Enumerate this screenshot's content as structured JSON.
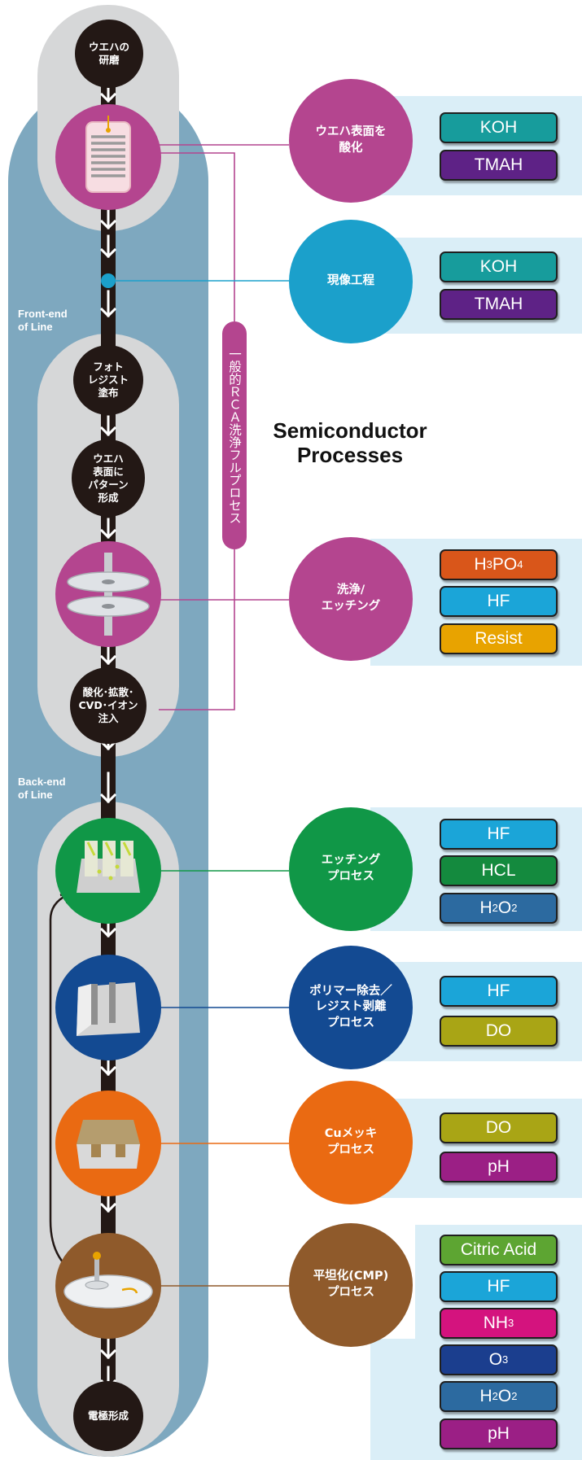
{
  "title": "Semiconductor\nProcesses",
  "rca_label": "一般的ＲＣＡ洗浄フルプロセス",
  "line_labels": {
    "front": "Front-end\nof Line",
    "back": "Back-end\nof Line"
  },
  "steps": {
    "polish": "ウエハの\n研磨",
    "photoresist": "フォト\nレジスト\n塗布",
    "pattern": "ウエハ\n表面に\nパターン\n形成",
    "oxidation": "酸化･拡散･\nCVD･イオン\n注入",
    "electrode": "電極形成"
  },
  "processes": [
    {
      "label": "ウエハ表面を\n酸化",
      "color": "#b4458f",
      "chips": [
        {
          "text": "KOH",
          "color": "#179c9c"
        },
        {
          "text": "TMAH",
          "color": "#5e2286"
        }
      ]
    },
    {
      "label": "現像工程",
      "color": "#1ba0cb",
      "chips": [
        {
          "text": "KOH",
          "color": "#179c9c"
        },
        {
          "text": "TMAH",
          "color": "#5e2286"
        }
      ]
    },
    {
      "label": "洗浄/\nエッチング",
      "color": "#b4458f",
      "chips": [
        {
          "text": "H3PO4",
          "color": "#d9561a"
        },
        {
          "text": "HF",
          "color": "#1ba5d8"
        },
        {
          "text": "Resist",
          "color": "#e8a300"
        }
      ]
    },
    {
      "label": "エッチング\nプロセス",
      "color": "#109747",
      "chips": [
        {
          "text": "HF",
          "color": "#1ba5d8"
        },
        {
          "text": "HCL",
          "color": "#148a3e"
        },
        {
          "text": "H2O2",
          "color": "#2c6aa0"
        }
      ]
    },
    {
      "label": "ポリマー除去／\nレジスト剥離\nプロセス",
      "color": "#134a92",
      "chips": [
        {
          "text": "HF",
          "color": "#1ba5d8"
        },
        {
          "text": "DO",
          "color": "#a9a515"
        }
      ]
    },
    {
      "label": "Cuメッキ\nプロセス",
      "color": "#ea6a12",
      "chips": [
        {
          "text": "DO",
          "color": "#a9a515"
        },
        {
          "text": "pH",
          "color": "#9b1f85"
        }
      ]
    },
    {
      "label": "平坦化(CMP)\nプロセス",
      "color": "#8f5a2b",
      "chips": [
        {
          "text": "Citric Acid",
          "color": "#5da532"
        },
        {
          "text": "HF",
          "color": "#1ba5d8"
        },
        {
          "text": "NH3",
          "color": "#d4137e"
        },
        {
          "text": "O3",
          "color": "#1b3e8e"
        },
        {
          "text": "H2O2",
          "color": "#2c6aa0"
        },
        {
          "text": "pH",
          "color": "#9b1f85"
        }
      ]
    }
  ],
  "icons": [
    {
      "name": "wafer-stack-icon",
      "color": "#b4458f"
    },
    {
      "name": "spin-disc-icon",
      "color": "#b4458f"
    },
    {
      "name": "etched-trench-icon",
      "color": "#109747"
    },
    {
      "name": "polymer-trench-icon",
      "color": "#134a92"
    },
    {
      "name": "cu-plating-icon",
      "color": "#ea6a12"
    },
    {
      "name": "cmp-pad-icon",
      "color": "#8f5a2b"
    }
  ]
}
